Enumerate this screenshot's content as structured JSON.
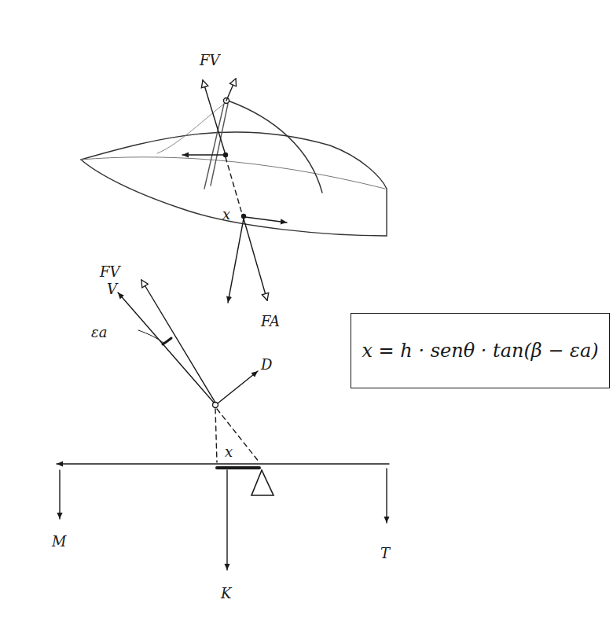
{
  "diagram": {
    "nodes": [
      {
        "text": [
          "x = h · senθ · tan(β − εa)"
        ]
      }
    ],
    "labels": [
      "FV",
      "FA",
      "x",
      "FV",
      "V",
      "εa",
      "D",
      "x",
      "M",
      "K",
      "T"
    ]
  }
}
